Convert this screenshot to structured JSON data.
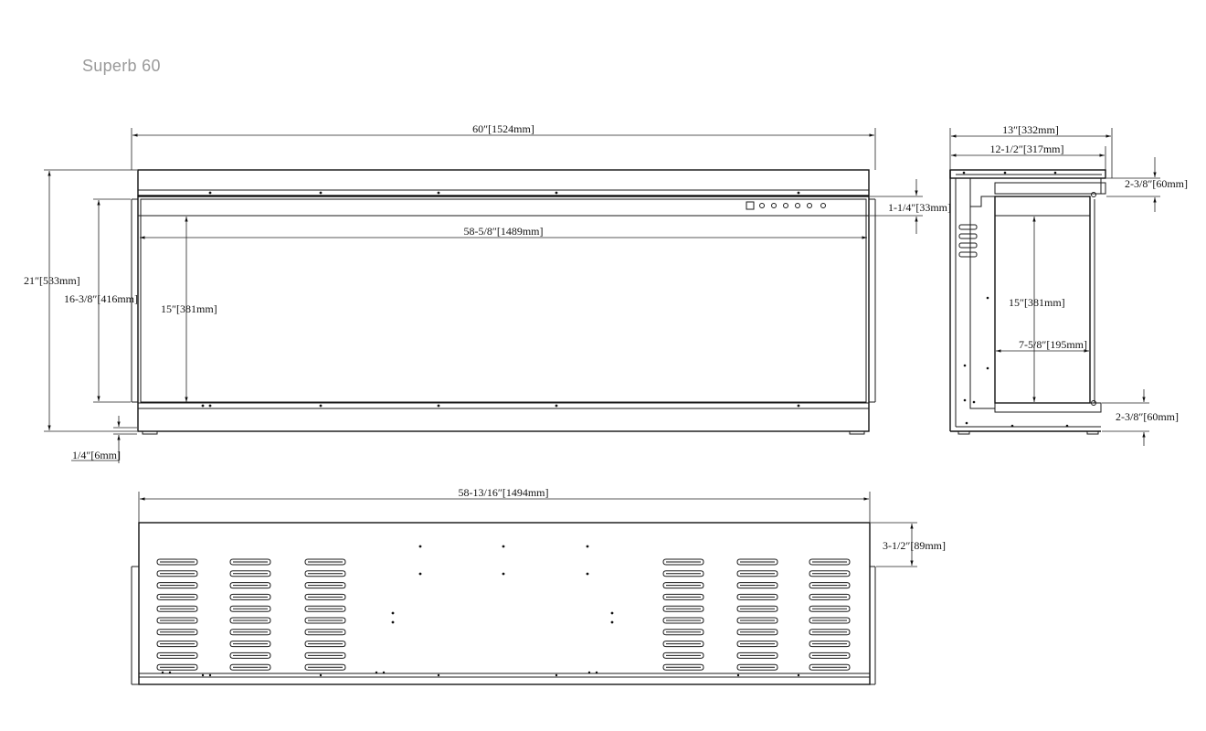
{
  "title": "Superb 60",
  "dimensions": {
    "front_width": "60″[1524mm]",
    "front_inner_width": "58-5/8″[1489mm]",
    "front_height": "21″[533mm]",
    "front_body_height": "16-3/8″[416mm]",
    "front_window_height": "15″[381mm]",
    "front_top_trim": "1-1/4″[33mm]",
    "front_foot": "1/4″[6mm]",
    "side_depth": "13″[332mm]",
    "side_body_depth": "12-1/2″[317mm]",
    "side_top_offset": "2-3/8″[60mm]",
    "side_window_height": "15″[381mm]",
    "side_window_depth": "7-5/8″[195mm]",
    "side_bottom_offset": "2-3/8″[60mm]",
    "top_width": "58-13/16″[1494mm]",
    "top_depth": "3-1/2″[89mm]"
  }
}
